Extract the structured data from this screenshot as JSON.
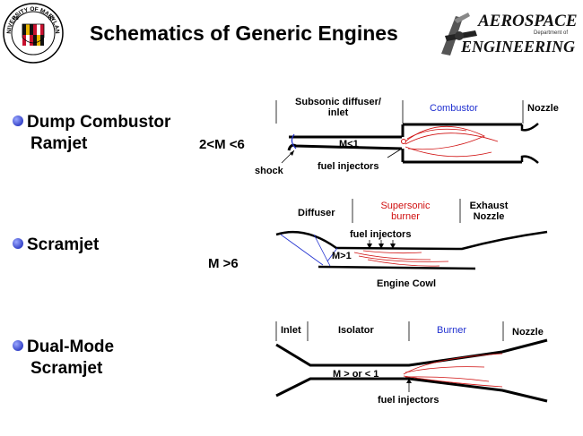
{
  "title": "Schematics of Generic Engines",
  "logos": {
    "umd_seal_text": "UNIVERSITY OF MARYLAND",
    "umd_year": "1856",
    "aero_line1": "AEROSPACE",
    "aero_dept": "Department of",
    "aero_line2": "ENGINEERING"
  },
  "engines": [
    {
      "name_line1": "Dump Combustor",
      "name_line2": "Ramjet",
      "mach": "2<M <6",
      "labels": {
        "section1": "Subsonic diffuser/",
        "section1b": "inlet",
        "section2": "Combustor",
        "section3": "Nozzle",
        "flow": "M<1",
        "shock": "shock",
        "injectors": "fuel injectors"
      }
    },
    {
      "name_line1": "Scramjet",
      "mach": "M >6",
      "labels": {
        "section1": "Diffuser",
        "section2": "Supersonic",
        "section2b": "burner",
        "section3": "Exhaust",
        "section3b": "Nozzle",
        "injectors": "fuel injectors",
        "flow": "M>1",
        "cowl": "Engine Cowl"
      }
    },
    {
      "name_line1": "Dual-Mode",
      "name_line2": "Scramjet",
      "labels": {
        "section1": "Inlet",
        "section2": "Isolator",
        "section3": "Burner",
        "section4": "Nozzle",
        "flow": "M > or < 1",
        "injectors": "fuel injectors"
      }
    }
  ]
}
